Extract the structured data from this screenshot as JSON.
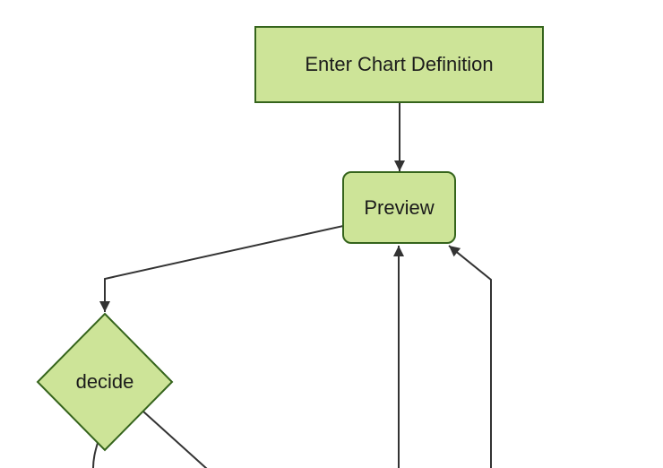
{
  "diagram": {
    "type": "flowchart",
    "orientation": "top-down",
    "colors": {
      "background": "#ffffff",
      "node_fill": "#cde498",
      "node_border": "#35641c",
      "edge": "#333333",
      "text": "#1b1b1b"
    },
    "nodes": [
      {
        "id": "A",
        "label": "Enter Chart Definition",
        "shape": "rectangle"
      },
      {
        "id": "B",
        "label": "Preview",
        "shape": "rounded-rectangle"
      },
      {
        "id": "C",
        "label": "decide",
        "shape": "diamond"
      }
    ],
    "edges": [
      {
        "from": "Enter Chart Definition",
        "to": "Preview",
        "arrowhead": true
      },
      {
        "from": "Preview",
        "to": "decide",
        "arrowhead": true
      },
      {
        "from": "offscreen-bottom",
        "to": "Preview",
        "arrowhead": true,
        "enters_at": "bottom-center"
      },
      {
        "from": "offscreen-bottom",
        "to": "Preview",
        "arrowhead": true,
        "enters_at": "bottom-right-corner"
      },
      {
        "from": "decide",
        "to": "offscreen-bottom-left",
        "arrowhead": false
      },
      {
        "from": "decide",
        "to": "offscreen-bottom-right",
        "arrowhead": false
      }
    ]
  }
}
